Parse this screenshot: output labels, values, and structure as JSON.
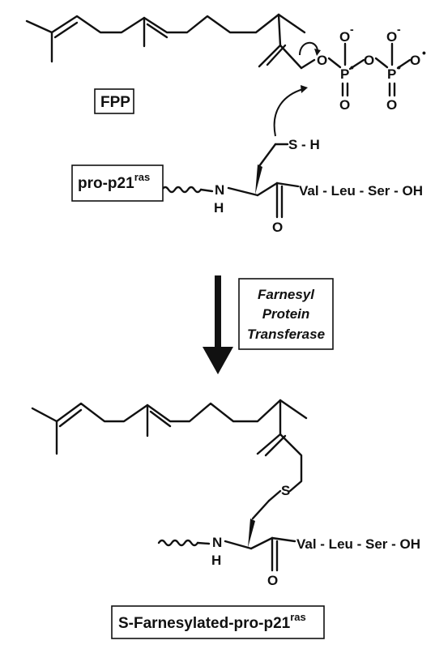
{
  "labels": {
    "fpp": "FPP",
    "pro_p21_base": "pro-p21",
    "pro_p21_sup": "ras",
    "enzyme_line1": "Farnesyl",
    "enzyme_line2": "Protein",
    "enzyme_line3": "Transferase",
    "product_base": "S-Farnesylated-pro-p21",
    "product_sup": "ras"
  },
  "atoms": {
    "O": "O",
    "P": "P",
    "S": "S",
    "N": "N",
    "H": "H",
    "oxygen_anion": "O",
    "minus": "-",
    "radical": "•",
    "s_h": "S - H"
  },
  "peptide_tail": "Val - Leu - Ser - OH"
}
